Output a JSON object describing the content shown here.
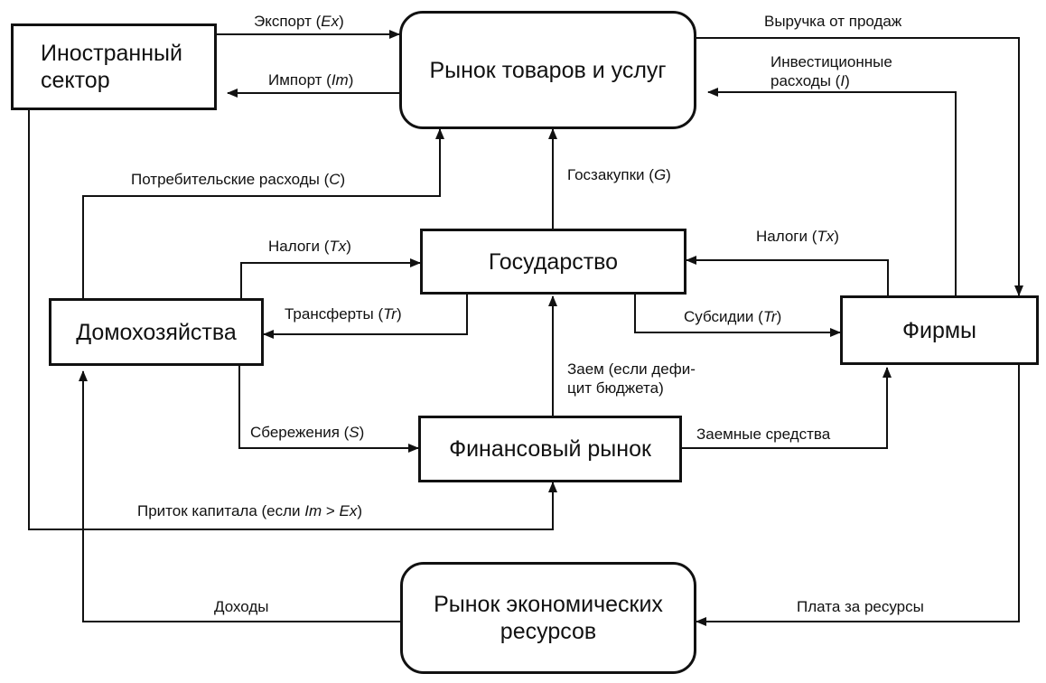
{
  "nodes": {
    "foreign": "Иностранный\nсектор",
    "goods_market": "Рынок товаров и услуг",
    "government": "Государство",
    "households": "Домохозяйства",
    "firms": "Фирмы",
    "financial_market": "Финансовый рынок",
    "resource_market": "Рынок экономических\nресурсов"
  },
  "labels": {
    "export": "Экспорт (Ex)",
    "import": "Импорт (Im)",
    "revenue": "Выручка от продаж",
    "investment": "Инвестиционные\nрасходы (I)",
    "consumption": "Потребительские расходы (C)",
    "gov_purchases": "Госзакупки (G)",
    "taxes_households": "Налоги (Tx)",
    "taxes_firms": "Налоги (Tx)",
    "transfers": "Трансферты (Tr)",
    "subsidies": "Субсидии (Tr)",
    "loan": "Заем (если дефи-\nцит бюджета)",
    "savings": "Сбережения (S)",
    "borrowed_funds": "Заемные средства",
    "capital_inflow": "Приток капитала (если Im > Ex)",
    "incomes": "Доходы",
    "resource_payment": "Плата за ресурсы"
  }
}
